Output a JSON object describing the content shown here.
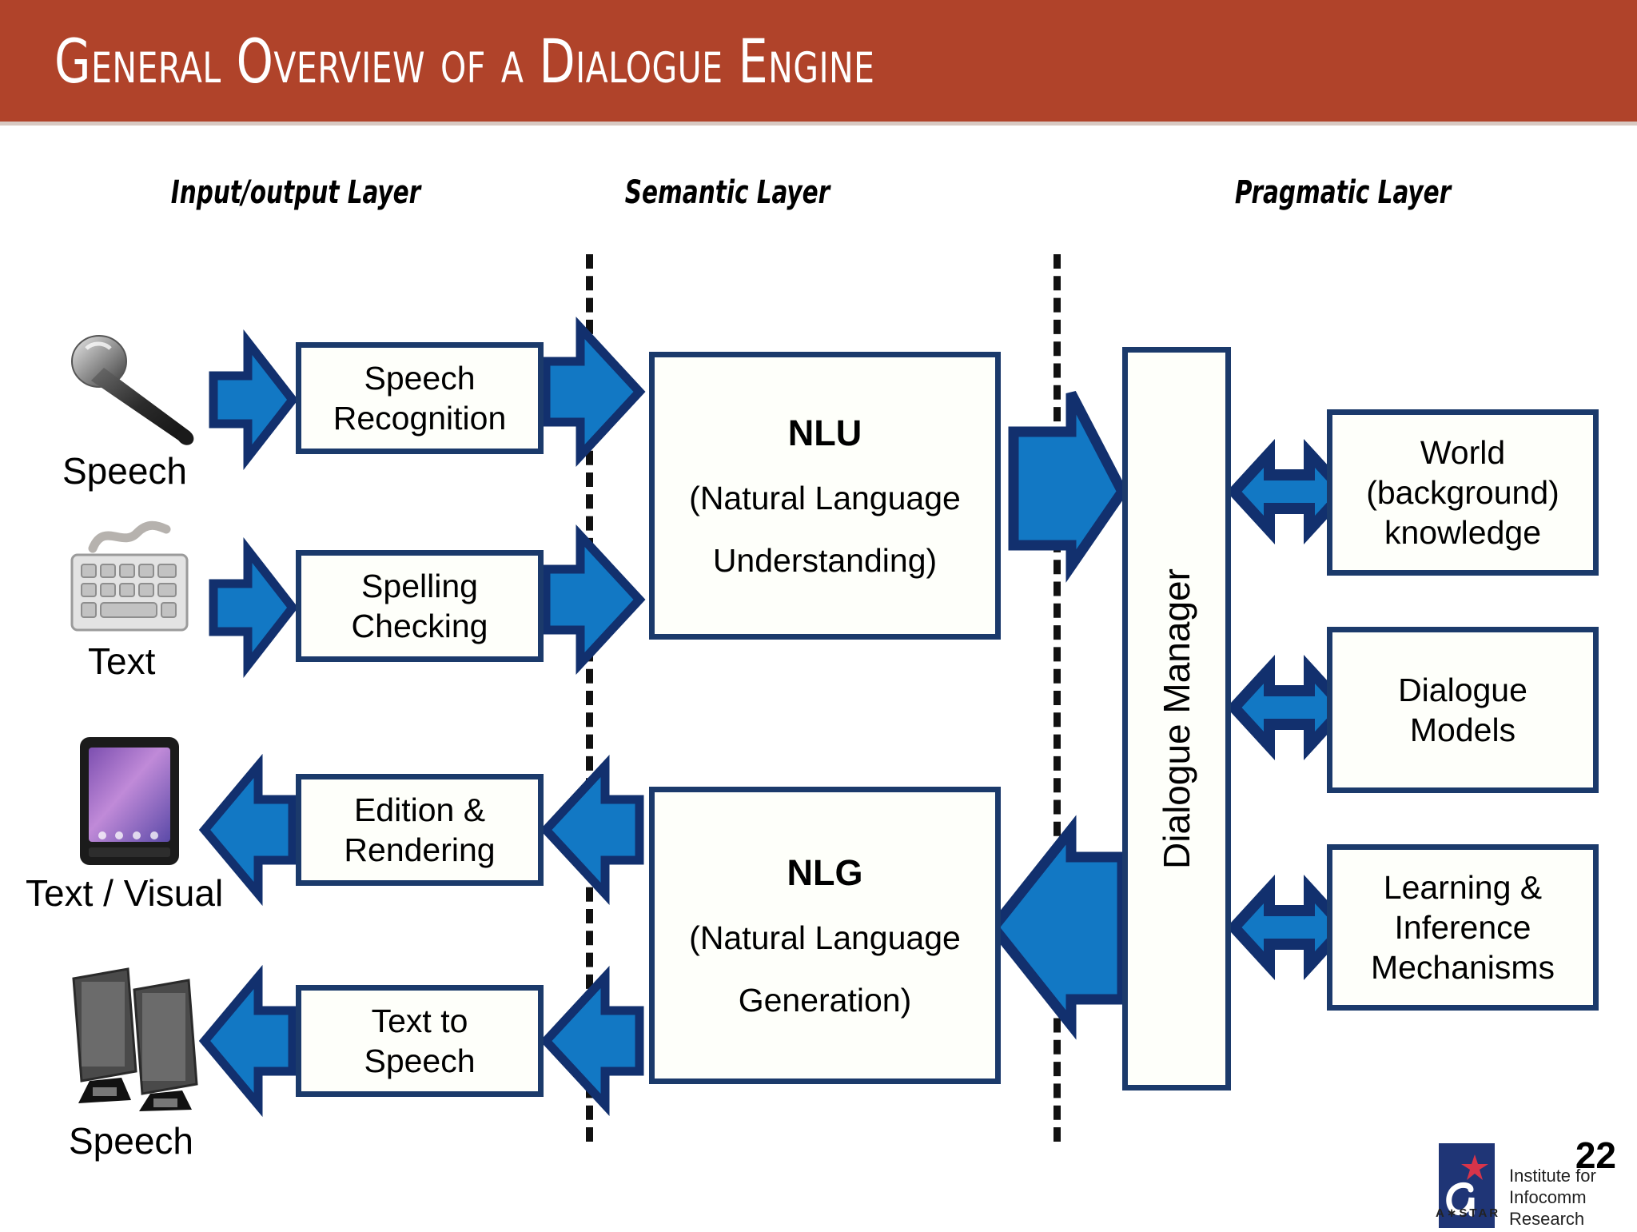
{
  "slide": {
    "title": "General Overview of a Dialogue Engine",
    "page_number": "22",
    "header_color": "#b0432a",
    "box_border_color": "#1b3a6b",
    "arrow_fill_color": "#1278c4",
    "arrow_border_color": "#12306e"
  },
  "layers": [
    {
      "id": "io",
      "label": "Input/output Layer"
    },
    {
      "id": "semantic",
      "label": "Semantic Layer"
    },
    {
      "id": "pragmatic",
      "label": "Pragmatic Layer"
    }
  ],
  "io_layer": {
    "inputs": [
      {
        "icon": "microphone-icon",
        "caption": "Speech",
        "box": "Speech\nRecognition"
      },
      {
        "icon": "keyboard-icon",
        "caption": "Text",
        "box": "Spelling\nChecking"
      }
    ],
    "outputs": [
      {
        "icon": "tablet-icon",
        "caption": "Text / Visual",
        "box": "Edition &\nRendering"
      },
      {
        "icon": "speakers-icon",
        "caption": "Speech",
        "box": "Text to\nSpeech"
      }
    ],
    "box_labels": {
      "speech_recognition_line1": "Speech",
      "speech_recognition_line2": "Recognition",
      "spelling_checking_line1": "Spelling",
      "spelling_checking_line2": "Checking",
      "edition_rendering_line1": "Edition &",
      "edition_rendering_line2": "Rendering",
      "text_to_speech_line1": "Text to",
      "text_to_speech_line2": "Speech"
    },
    "captions": {
      "speech_in": "Speech",
      "text_in": "Text",
      "text_visual_out": "Text / Visual",
      "speech_out": "Speech"
    }
  },
  "semantic_layer": {
    "nlu": {
      "title": "NLU",
      "sub_line1": "(Natural Language",
      "sub_line2": "Understanding)"
    },
    "nlg": {
      "title": "NLG",
      "sub_line1": "(Natural Language",
      "sub_line2": "Generation)"
    }
  },
  "pragmatic_layer": {
    "dialogue_manager": "Dialogue Manager",
    "modules": [
      {
        "id": "world-knowledge",
        "lines": [
          "World",
          "(background)",
          "knowledge"
        ]
      },
      {
        "id": "dialogue-models",
        "lines": [
          "Dialogue",
          "Models"
        ]
      },
      {
        "id": "learning-inference",
        "lines": [
          "Learning &",
          "Inference",
          "Mechanisms"
        ]
      }
    ]
  },
  "footer": {
    "page_number": "22",
    "logo_mark": "a",
    "logo_astar": "A∗STAR",
    "logo_org_line1": "Institute for",
    "logo_org_line2": "Infocomm Research"
  }
}
